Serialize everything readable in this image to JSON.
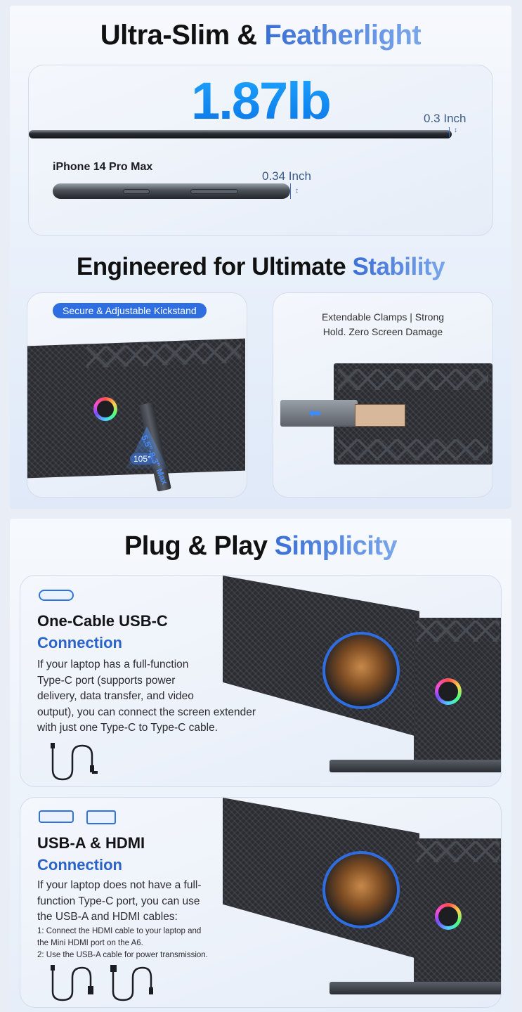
{
  "section1": {
    "heading": {
      "dark": "Ultra-Slim & ",
      "blue": "Featherlight"
    },
    "weight": "1.87lb",
    "monitor_thickness": "0.3 Inch",
    "phone_name": "iPhone 14 Pro Max",
    "phone_thickness": "0.34 Inch",
    "heading2": {
      "dark": "Engineered for Ultimate ",
      "blue": "Stability"
    },
    "kickstand_pill": "Secure & Adjustable Kickstand",
    "kickstand_angle": "105°",
    "kickstand_range": "5.5\"-8.3\" Max",
    "clamps_text_line1": "Extendable Clamps | Strong",
    "clamps_text_line2": "Hold. Zero Screen Damage"
  },
  "section2": {
    "heading": {
      "dark": "Plug & Play ",
      "blue": "Simplicity"
    },
    "feature1": {
      "title": "One-Cable USB-C",
      "subtitle": "Connection",
      "body": [
        "If your laptop has a full-function",
        "Type-C port (supports power",
        "delivery, data transfer, and video",
        "output), you can connect the screen extender",
        "with just one Type-C to Type-C cable."
      ],
      "icons": [
        "usb-c-port-icon"
      ]
    },
    "feature2": {
      "title": "USB-A & HDMI",
      "subtitle": "Connection",
      "body": [
        "If your laptop does not have a full-",
        "function Type-C port, you can use",
        "the USB-A and HDMI cables:"
      ],
      "notes": [
        "1: Connect the HDMI cable to your laptop and",
        "the Mini HDMI port on the A6.",
        "2: Use the USB-A cable for power transmission."
      ],
      "icons": [
        "hdmi-port-icon",
        "usb-a-port-icon"
      ]
    }
  },
  "colors": {
    "accent": "#2f6ee0",
    "weight": "#0a74e6"
  }
}
